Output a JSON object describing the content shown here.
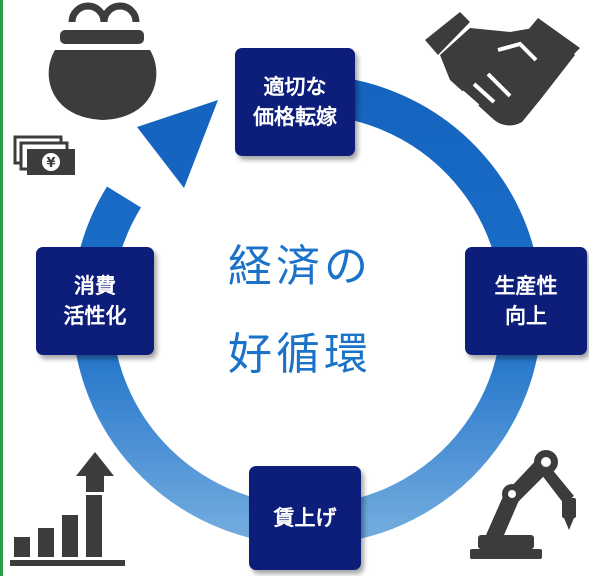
{
  "center": {
    "line1": "経済の",
    "line2": "好循環"
  },
  "steps": {
    "top": {
      "line1": "適切な",
      "line2": "価格転嫁"
    },
    "right": {
      "line1": "生産性",
      "line2": "向上"
    },
    "bottom": {
      "line1": "賃上げ"
    },
    "left": {
      "line1": "消費",
      "line2": "活性化"
    }
  },
  "icons": {
    "top_right": "handshake-icon",
    "top_left": "coin-purse-icon",
    "money": "yen-banknotes-icon",
    "bottom_left": "rising-bar-chart-icon",
    "bottom_right": "robot-arm-icon"
  },
  "colors": {
    "ring": "#1565c0",
    "box": "#0d1e7a",
    "center_text": "#1a73c9",
    "icons": "#3c3c3c"
  }
}
